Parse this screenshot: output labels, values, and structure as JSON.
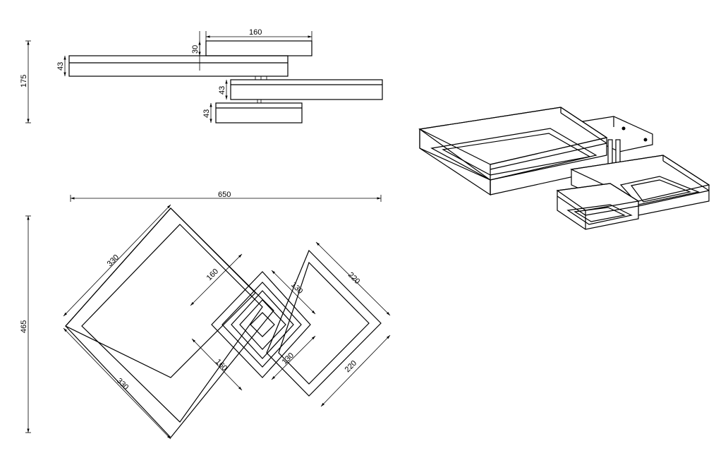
{
  "side_view": {
    "dim_top_width": "160",
    "dim_top_thickness": "30",
    "dim_upper_thickness": "43",
    "dim_middle_thickness": "43",
    "dim_lower_thickness": "43",
    "dim_total_height": "175"
  },
  "top_view": {
    "dim_total_width": "650",
    "dim_total_height": "465",
    "dim_large_side_a": "330",
    "dim_large_side_b": "330",
    "dim_medium_side_a": "220",
    "dim_medium_side_b": "220",
    "dim_small_outer_a": "160",
    "dim_small_outer_b": "160",
    "dim_small_inner_a": "130",
    "dim_small_inner_b": "130"
  }
}
